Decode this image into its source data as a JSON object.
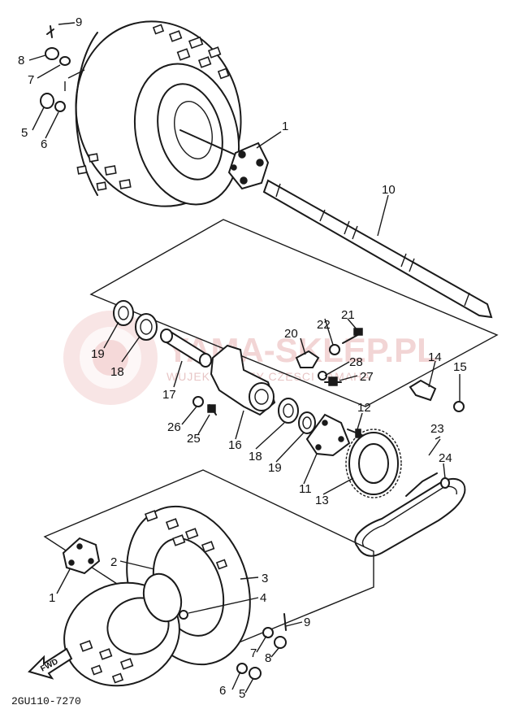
{
  "diagram_code": "2GU110-7270",
  "fwd_label": "FWD",
  "watermark": {
    "title": "YAMA-SKLEP.PL",
    "subtitle": "WUJEK HARLEY CZESCI YAMAHA"
  },
  "callouts": {
    "c1_top": "1",
    "c9_top": "9",
    "c8_top": "8",
    "c7_top": "7",
    "c5_top": "5",
    "c6_top": "6",
    "c10": "10",
    "c21": "21",
    "c22": "22",
    "c20": "20",
    "c19_left": "19",
    "c18_left": "18",
    "c17": "17",
    "c14": "14",
    "c15": "15",
    "c28": "28",
    "c27": "27",
    "c26": "26",
    "c25": "25",
    "c16": "16",
    "c18_mid": "18",
    "c19_mid": "19",
    "c12": "12",
    "c11": "11",
    "c13": "13",
    "c23": "23",
    "c24": "24",
    "c2": "2",
    "c3": "3",
    "c1_bot": "1",
    "c4": "4",
    "c9_bot": "9",
    "c7_bot": "7",
    "c8_bot": "8",
    "c6_bot": "6",
    "c5_bot": "5"
  }
}
